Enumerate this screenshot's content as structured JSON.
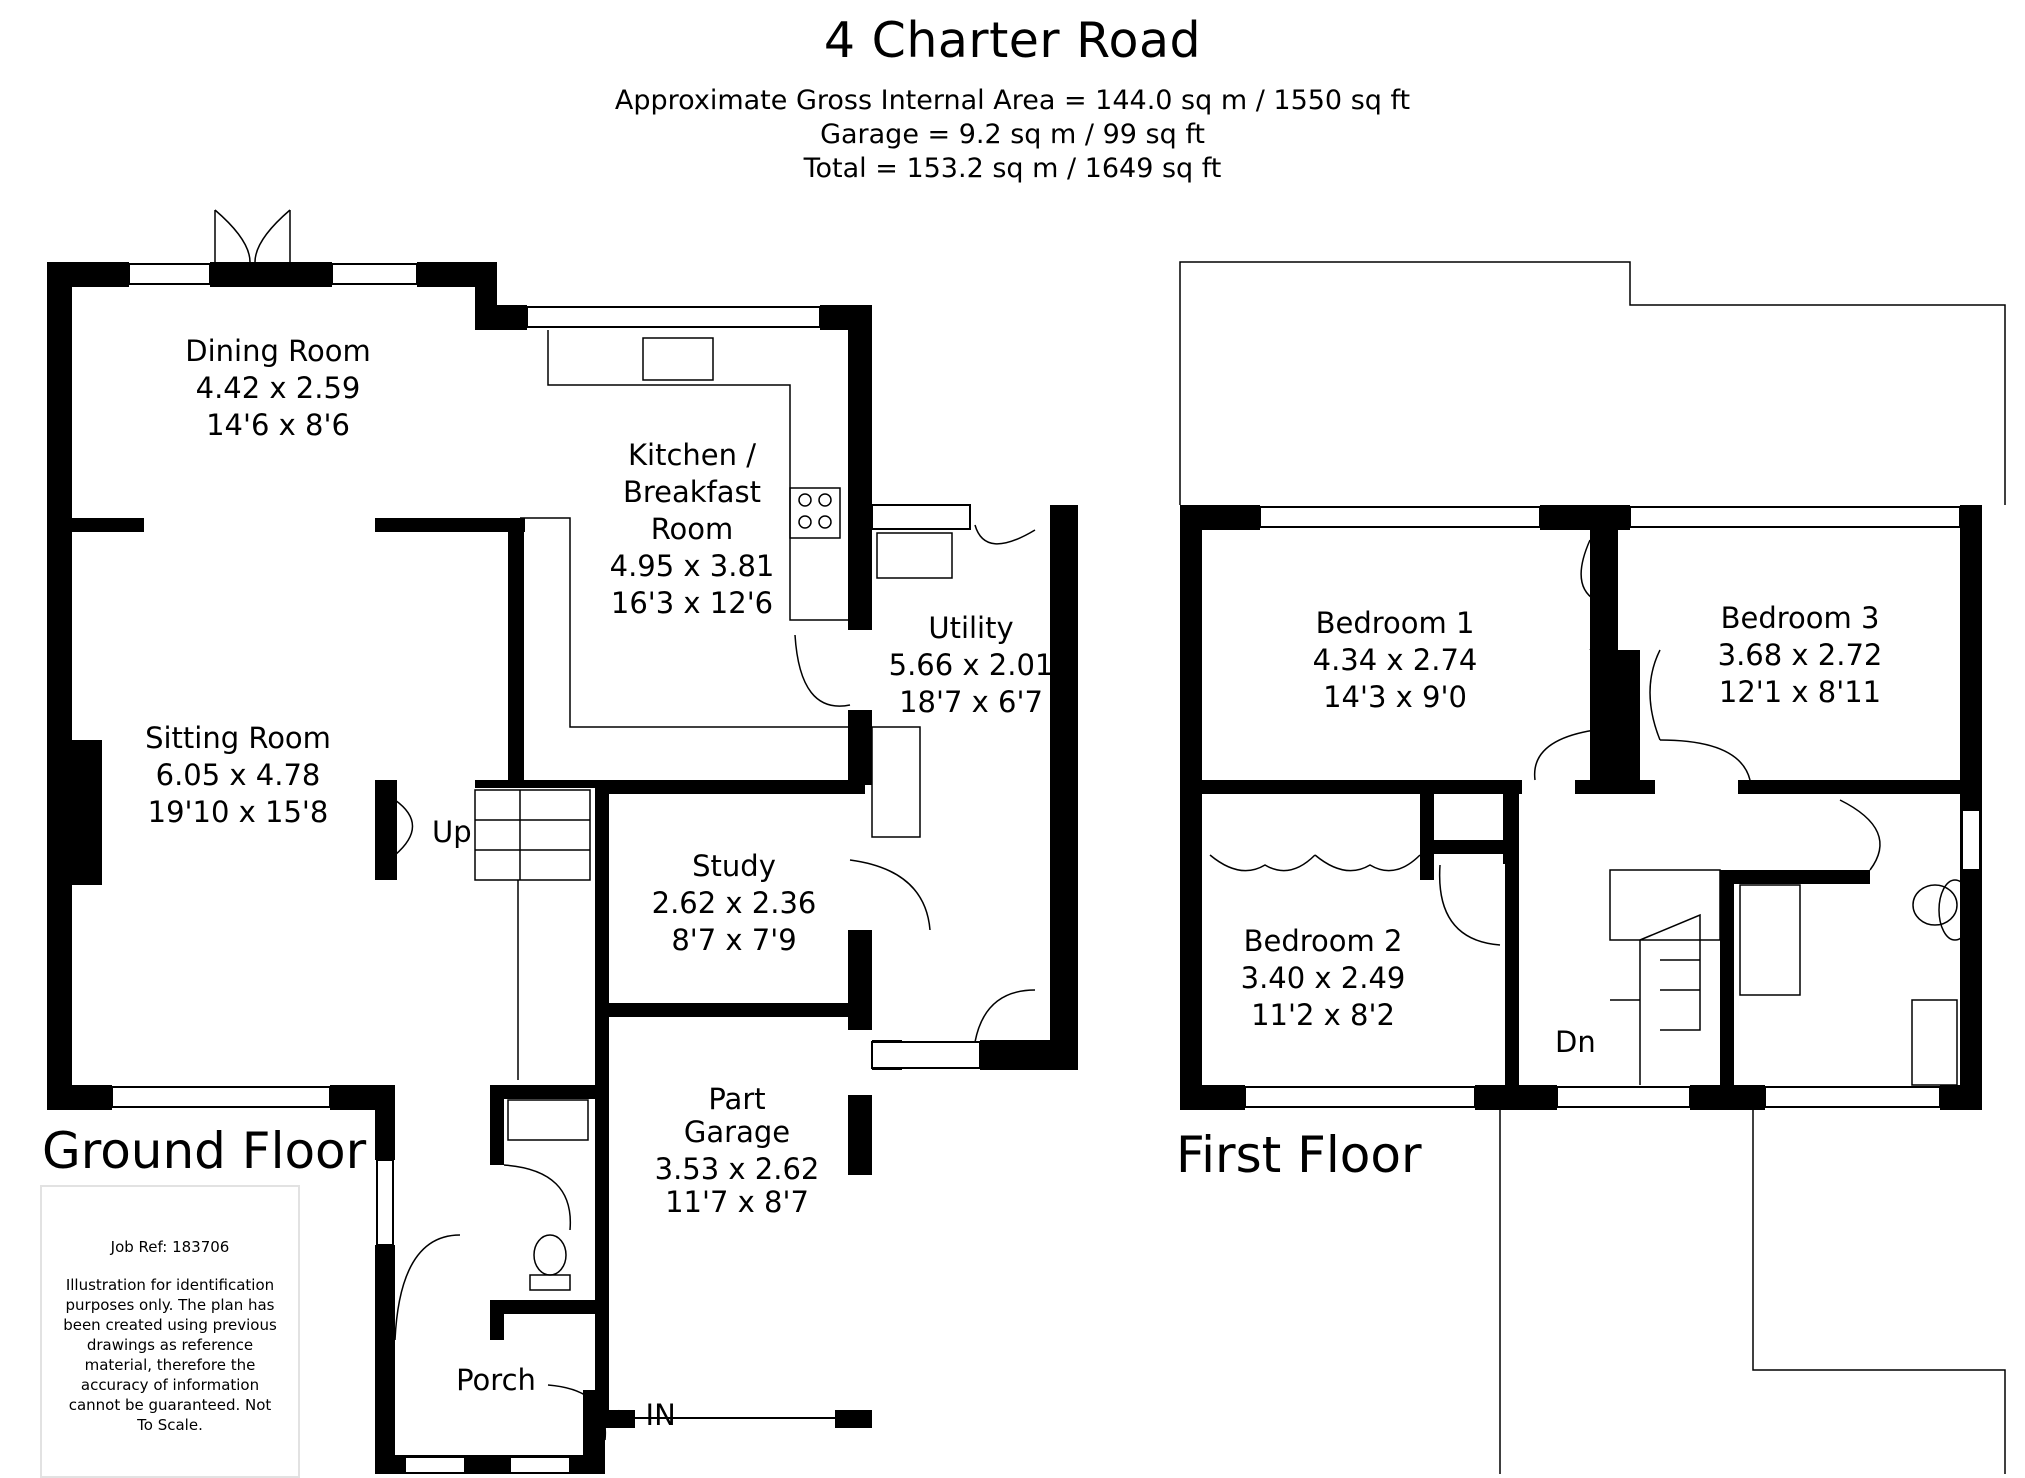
{
  "header": {
    "title": "4 Charter Road",
    "area_lines": [
      "Approximate Gross Internal Area = 144.0 sq m / 1550 sq ft",
      "Garage = 9.2 sq m / 99 sq ft",
      "Total = 153.2 sq m / 1649 sq ft"
    ]
  },
  "ground_floor": {
    "name": "Ground Floor",
    "rooms": {
      "dining": {
        "name": "Dining Room",
        "metric": "4.42 x 2.59",
        "imperial": "14'6 x 8'6"
      },
      "kitchen": {
        "name_line1": "Kitchen /",
        "name_line2": "Breakfast",
        "name_line3": "Room",
        "metric": "4.95 x 3.81",
        "imperial": "16'3 x 12'6"
      },
      "utility": {
        "name": "Utility",
        "metric": "5.66 x 2.01",
        "imperial": "18'7 x 6'7"
      },
      "sitting": {
        "name": "Sitting Room",
        "metric": "6.05 x 4.78",
        "imperial": "19'10 x 15'8"
      },
      "study": {
        "name": "Study",
        "metric": "2.62 x 2.36",
        "imperial": "8'7 x 7'9"
      },
      "garage": {
        "name_line1": "Part",
        "name_line2": "Garage",
        "metric": "3.53 x 2.62",
        "imperial": "11'7 x 8'7"
      },
      "porch": {
        "name": "Porch"
      }
    },
    "stair_label": "Up",
    "entrance_label": "IN"
  },
  "first_floor": {
    "name": "First Floor",
    "rooms": {
      "bedroom1": {
        "name": "Bedroom 1",
        "metric": "4.34 x 2.74",
        "imperial": "14'3 x 9'0"
      },
      "bedroom2": {
        "name": "Bedroom 2",
        "metric": "3.40 x 2.49",
        "imperial": "11'2 x 8'2"
      },
      "bedroom3": {
        "name": "Bedroom 3",
        "metric": "3.68 x 2.72",
        "imperial": "12'1 x 8'11"
      }
    },
    "stair_label": "Dn"
  },
  "disclaimer": {
    "job_ref": "Job Ref: 183706",
    "text": "Illustration for identification purposes only. The plan has been created using previous drawings as reference material, therefore the accuracy of information cannot be guaranteed. Not To Scale."
  }
}
